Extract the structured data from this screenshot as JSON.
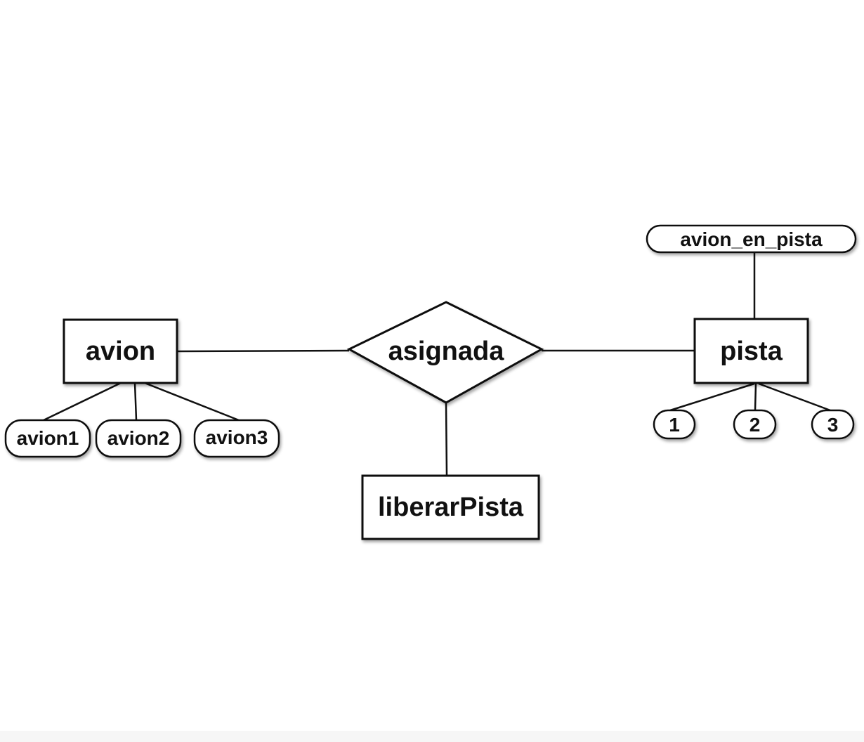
{
  "diagram": {
    "entities": {
      "avion": "avion",
      "pista": "pista",
      "liberar_pista": "liberarPista"
    },
    "relationship": {
      "label": "asignada"
    },
    "avion_attributes": [
      "avion1",
      "avion2",
      "avion3"
    ],
    "pista_attributes": [
      "1",
      "2",
      "3"
    ],
    "pista_state_attribute": "avion_en_pista",
    "colors": {
      "stroke": "#111111",
      "fill": "#ffffff",
      "text": "#111111"
    }
  }
}
